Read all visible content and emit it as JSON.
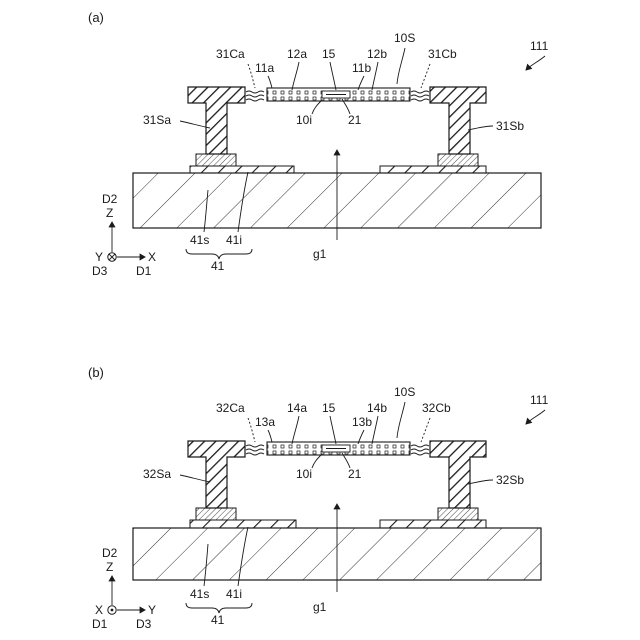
{
  "panel_a": {
    "panel_label": "(a)",
    "figure_ref": "111",
    "label_10s": "10S",
    "label_ca": "31Ca",
    "label_cb": "31Cb",
    "label_left_a": "11a",
    "label_left_b": "12a",
    "label_15": "15",
    "label_right_b": "12b",
    "label_right_a": "11b",
    "label_10i": "10i",
    "label_21": "21",
    "label_sa": "31Sa",
    "label_sb": "31Sb",
    "label_g1": "g1",
    "label_41s": "41s",
    "label_41i": "41i",
    "label_41": "41",
    "axis_v_top": "D2",
    "axis_v": "Z",
    "axis_origin": "Y",
    "axis_h": "X",
    "axis_origin_sub": "D3",
    "axis_h_sub": "D1"
  },
  "panel_b": {
    "panel_label": "(b)",
    "figure_ref": "111",
    "label_10s": "10S",
    "label_ca": "32Ca",
    "label_cb": "32Cb",
    "label_left_a": "13a",
    "label_left_b": "14a",
    "label_15": "15",
    "label_right_b": "14b",
    "label_right_a": "13b",
    "label_10i": "10i",
    "label_21": "21",
    "label_sa": "32Sa",
    "label_sb": "32Sb",
    "label_g1": "g1",
    "label_41s": "41s",
    "label_41i": "41i",
    "label_41": "41",
    "axis_v_top": "D2",
    "axis_v": "Z",
    "axis_origin": "X",
    "axis_h": "Y",
    "axis_origin_sub": "D1",
    "axis_h_sub": "D3"
  }
}
